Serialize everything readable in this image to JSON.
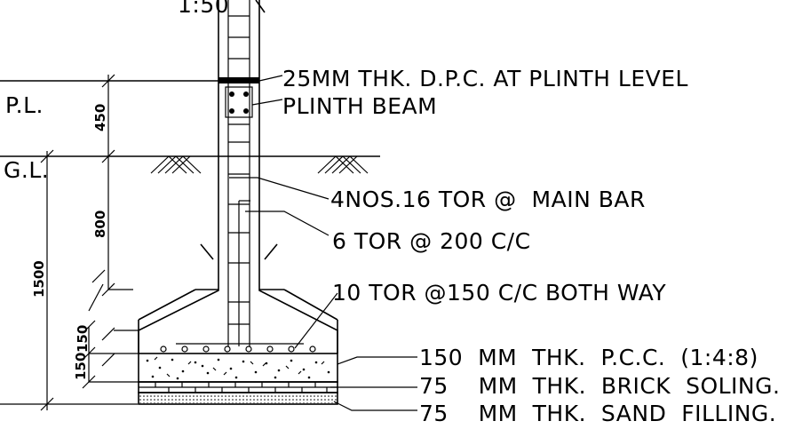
{
  "scale_label": "1:50",
  "levels": {
    "pl": "P.L.",
    "gl": "G.L."
  },
  "dimensions": {
    "d450": "450",
    "d800": "800",
    "d1500": "1500",
    "d150_top": "150",
    "d150_bottom": "150"
  },
  "callouts": {
    "dpc": "25MM THK. D.P.C. AT PLINTH LEVEL",
    "plinth_beam": "PLINTH BEAM",
    "main_bar": "4NOS.16 TOR @  MAIN BAR",
    "stirrup": "6 TOR @ 200 C/C",
    "footing_bars": "10 TOR @150 C/C BOTH WAY",
    "pcc": "150  MM  THK.  P.C.C.  (1:4:8)",
    "brick_soling": "75    MM  THK.  BRICK  SOLING.",
    "sand_filling": "75    MM  THK.  SAND  FILLING."
  }
}
